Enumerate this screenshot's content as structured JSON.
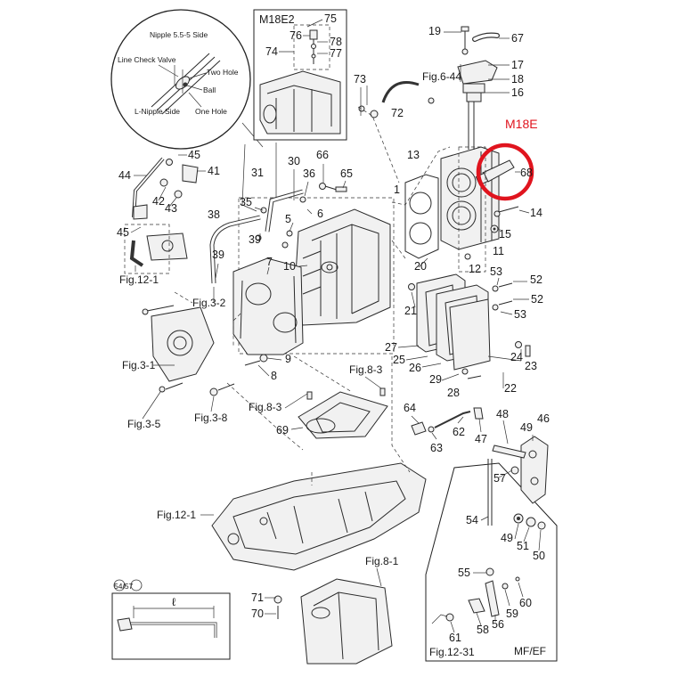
{
  "header": {
    "model_highlight": "M18E",
    "highlight_color": "#e0141e"
  },
  "callouts": {
    "c1": "1",
    "c5": "5",
    "c6": "6",
    "c7": "7",
    "c8": "8",
    "c9": "9",
    "c10": "10",
    "c11": "11",
    "c12": "12",
    "c13": "13",
    "c14": "14",
    "c15": "15",
    "c16": "16",
    "c17": "17",
    "c18": "18",
    "c19": "19",
    "c20": "20",
    "c21": "21",
    "c22": "22",
    "c23": "23",
    "c24": "24",
    "c25": "25",
    "c26": "26",
    "c27": "27",
    "c28": "28",
    "c29": "29",
    "c30": "30",
    "c31": "31",
    "c35": "35",
    "c36": "36",
    "c38": "38",
    "c39a": "39",
    "c39b": "39",
    "c41": "41",
    "c42": "42",
    "c43": "43",
    "c44": "44",
    "c45a": "45",
    "c45b": "45",
    "c46": "46",
    "c47": "47",
    "c48": "48",
    "c49a": "49",
    "c49b": "49",
    "c50": "50",
    "c51": "51",
    "c52a": "52",
    "c52b": "52",
    "c53a": "53",
    "c53b": "53",
    "c54": "54",
    "c55": "55",
    "c56": "56",
    "c57": "57",
    "c58": "58",
    "c59": "59",
    "c60": "60",
    "c61": "61",
    "c62": "62",
    "c63": "63",
    "c64": "64",
    "c65": "65",
    "c66": "66",
    "c67": "67",
    "c68": "68",
    "c69": "69",
    "c70": "70",
    "c71": "71",
    "c72": "72",
    "c73": "73",
    "c74": "74",
    "c75": "75",
    "c76": "76",
    "c77": "77",
    "c78": "78"
  },
  "refs": {
    "fig6_44": "Fig.6-44",
    "fig12_1a": "Fig.12-1",
    "fig12_1b": "Fig.12-1",
    "fig3_2": "Fig.3-2",
    "fig3_1": "Fig.3-1",
    "fig3_5": "Fig.3-5",
    "fig3_8": "Fig.3-8",
    "fig8_3a": "Fig.8-3",
    "fig8_3b": "Fig.8-3",
    "fig8_1": "Fig.8-1",
    "fig12_31": "Fig.12-31",
    "mfef": "MF/EF",
    "m18e2": "M18E2"
  },
  "detail": {
    "nipple_side": "Nipple 5.5-5 Side",
    "line_check_valve": "Line Check Valve",
    "two_hole": "Two Hole",
    "ball": "Ball",
    "l_nipple_side": "L-Nipple Side",
    "one_hole": "One Hole"
  },
  "legend": {
    "label": "54/57",
    "length_symbol": "ℓ"
  }
}
